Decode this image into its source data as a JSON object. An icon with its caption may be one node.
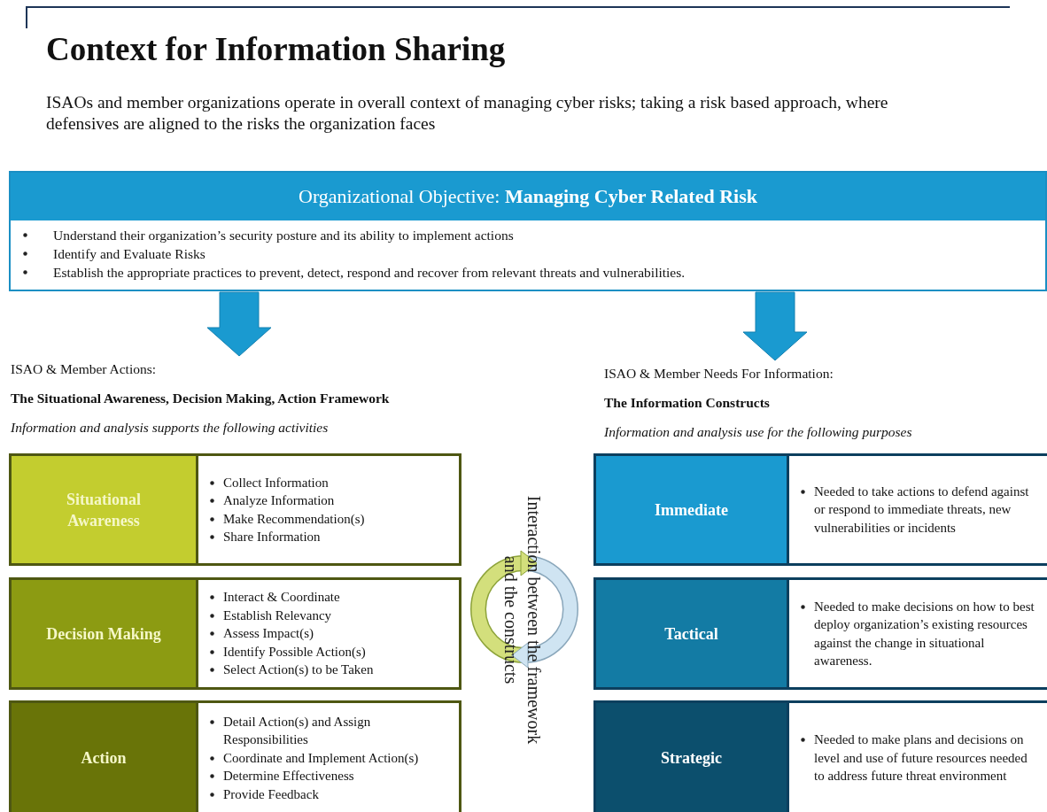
{
  "diagram": {
    "title": "Context for Information Sharing",
    "nodes": [
      {
        "text": [
          "Organizational Objective: **Managing Cyber Related Risk**",
          "Understand their organization’s security posture and its ability to implement actions",
          "Identify and Evaluate Risks",
          "Establish the appropriate practices to prevent, detect, respond and recover from relevant threats and vulnerabilities."
        ]
      },
      {
        "text": [
          "ISAO & Member Actions:",
          "The Situational Awareness, Decision Making, Action Framework",
          "Information and analysis supports the following activities"
        ]
      },
      {
        "text": [
          "ISAO & Member Needs For Information:",
          "The Information Constructs",
          "Information and analysis use for the following purposes"
        ]
      },
      {
        "text": [
          "Situational Awareness",
          "Collect Information",
          "Analyze Information",
          "Make Recommendation(s)",
          "Share Information"
        ]
      },
      {
        "text": [
          "Decision Making",
          "Interact & Coordinate",
          "Establish Relevancy",
          "Assess Impact(s)",
          "Identify Possible Action(s)",
          "Select Action(s) to be Taken"
        ]
      },
      {
        "text": [
          "Action",
          "Detail Action(s) and Assign Responsibilities",
          "Coordinate and Implement Action(s)",
          "Determine Effectiveness",
          "Provide Feedback"
        ]
      },
      {
        "text": [
          "Immediate",
          "Needed to take actions to defend against or respond to immediate threats, new vulnerabilities or incidents"
        ]
      },
      {
        "text": [
          "Tactical",
          "Needed to make decisions on how to best deploy organization’s existing resources against the change in situational awareness."
        ]
      },
      {
        "text": [
          "Strategic",
          "Needed to make plans and decisions on level and use of future resources needed to address future threat environment"
        ]
      }
    ],
    "edges": [
      {
        "from": 0,
        "to": 1,
        "arrow": "to",
        "style": "thick"
      },
      {
        "from": 0,
        "to": 2,
        "arrow": "to",
        "style": "thick"
      }
    ],
    "labels": [
      "ISAOs and member organizations operate in overall context of managing cyber risks; taking a risk based approach, where defensives are aligned to the risks the organization faces",
      "Interaction between the framework and the constructs"
    ]
  }
}
